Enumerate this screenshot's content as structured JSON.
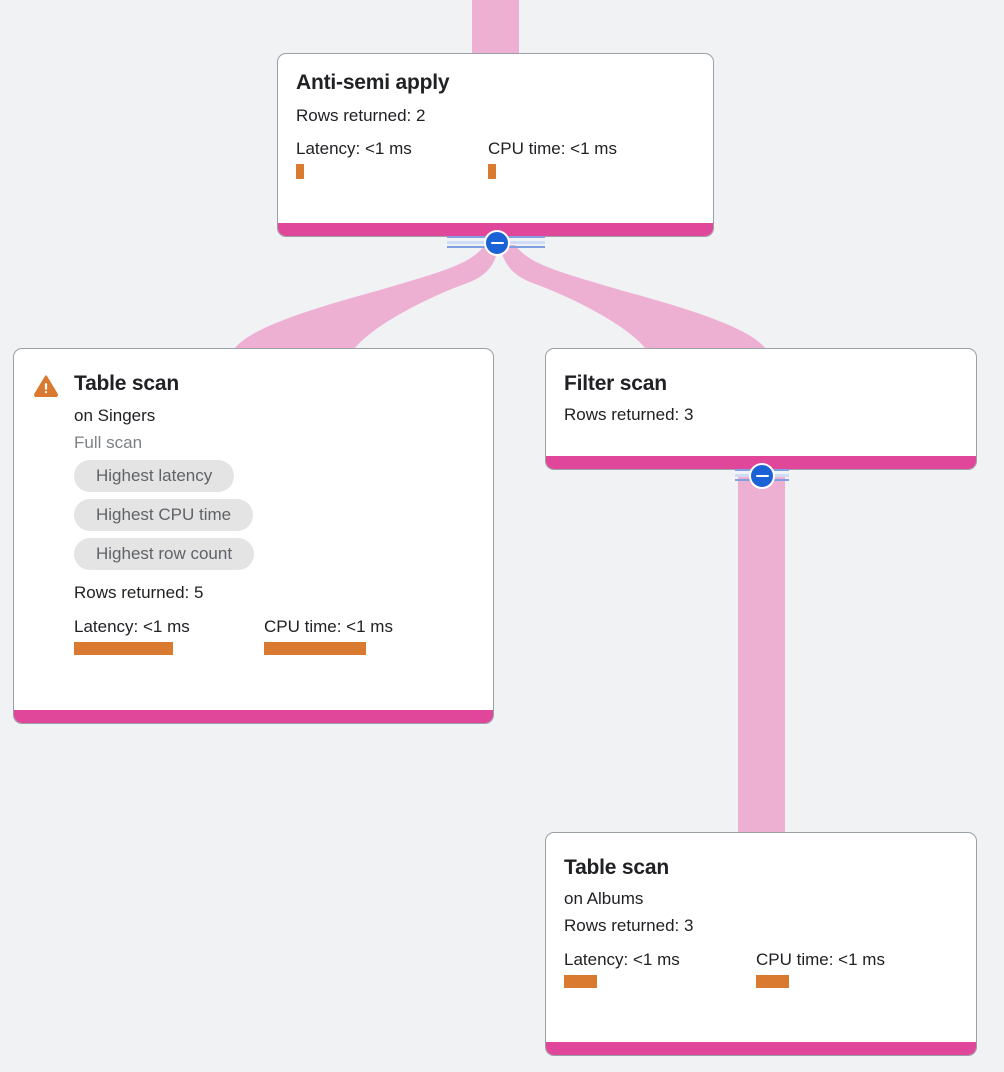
{
  "canvas": {
    "background_color": "#f1f2f4",
    "accent_color": "#e0469a",
    "edge_color": "#eeb0d2",
    "bar_color": "#d97a30",
    "toggle_color": "#1a62d6",
    "chip_bg_color": "#e4e4e4"
  },
  "nodes": [
    {
      "id": "anti-semi-apply",
      "title": "Anti-semi apply",
      "rows_returned": "Rows returned: 2",
      "latency_label": "Latency: <1 ms",
      "cpu_label": "CPU time: <1 ms",
      "latency_bar_width": 8,
      "cpu_bar_width": 8,
      "toggle_icon": "minus-icon",
      "toggle_state": "expanded"
    },
    {
      "id": "table-scan-singers",
      "title": "Table scan",
      "warning_icon": "warning-triangle-icon",
      "subtitle": "on Singers",
      "scan_type": "Full scan",
      "chips": [
        "Highest latency",
        "Highest CPU time",
        "Highest row count"
      ],
      "rows_returned": "Rows returned: 5",
      "latency_label": "Latency: <1 ms",
      "cpu_label": "CPU time: <1 ms",
      "latency_bar_width": 99,
      "cpu_bar_width": 102
    },
    {
      "id": "filter-scan",
      "title": "Filter scan",
      "rows_returned": "Rows returned: 3",
      "toggle_icon": "minus-icon",
      "toggle_state": "expanded"
    },
    {
      "id": "table-scan-albums",
      "title": "Table scan",
      "subtitle": "on Albums",
      "rows_returned": "Rows returned: 3",
      "latency_label": "Latency: <1 ms",
      "cpu_label": "CPU time: <1 ms",
      "latency_bar_width": 33,
      "cpu_bar_width": 33
    }
  ]
}
